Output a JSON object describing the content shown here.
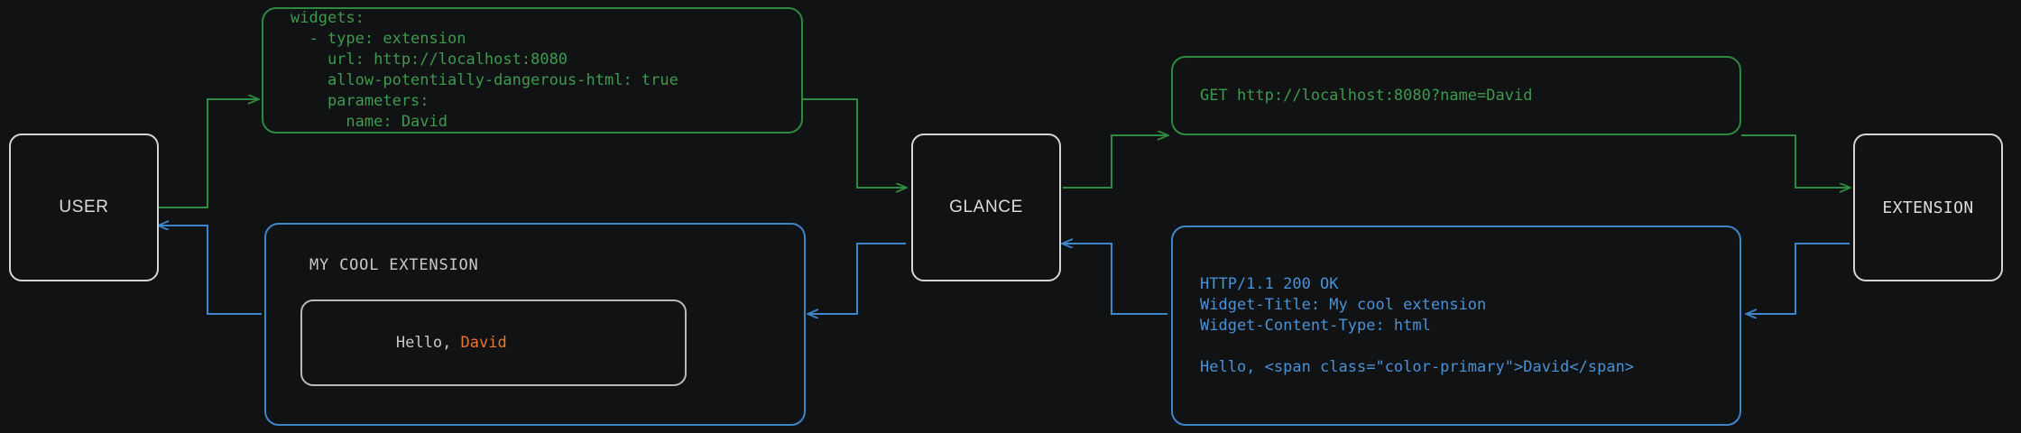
{
  "theme": {
    "background": "#111213",
    "node_border": "#d4d4d4",
    "node_text": "#dcdcdc",
    "green": "#3d9a4e",
    "green_border": "#2f8a3f",
    "blue": "#4a91d6",
    "blue_border": "#3f86c8",
    "widget_border": "#b9b9b9",
    "widget_text": "#c9c9c9",
    "color_primary_accent": "#e8762c"
  },
  "nodes": {
    "user": {
      "label": "USER"
    },
    "glance": {
      "label": "GLANCE"
    },
    "extension": {
      "label": "EXTENSION"
    }
  },
  "boxes": {
    "config_yaml": {
      "text": "widgets:\n  - type: extension\n    url: http://localhost:8080\n    allow-potentially-dangerous-html: true\n    parameters:\n      name: David"
    },
    "http_request": {
      "text": "GET http://localhost:8080?name=David"
    },
    "http_response": {
      "text": "HTTP/1.1 200 OK\nWidget-Title: My cool extension\nWidget-Content-Type: html\n\nHello, <span class=\"color-primary\">David</span>"
    },
    "rendered_widget": {
      "title": "MY COOL EXTENSION",
      "body_prefix": "Hello, ",
      "body_accent": "David"
    }
  },
  "edges": [
    {
      "name": "user-to-config",
      "color": "green",
      "direction": "right"
    },
    {
      "name": "config-to-glance",
      "color": "green",
      "direction": "right"
    },
    {
      "name": "glance-to-request",
      "color": "green",
      "direction": "right"
    },
    {
      "name": "request-to-extension",
      "color": "green",
      "direction": "right"
    },
    {
      "name": "extension-to-response",
      "color": "blue",
      "direction": "left"
    },
    {
      "name": "response-to-glance",
      "color": "blue",
      "direction": "left"
    },
    {
      "name": "glance-to-widget",
      "color": "blue",
      "direction": "left"
    },
    {
      "name": "widget-to-user",
      "color": "blue",
      "direction": "left"
    }
  ]
}
